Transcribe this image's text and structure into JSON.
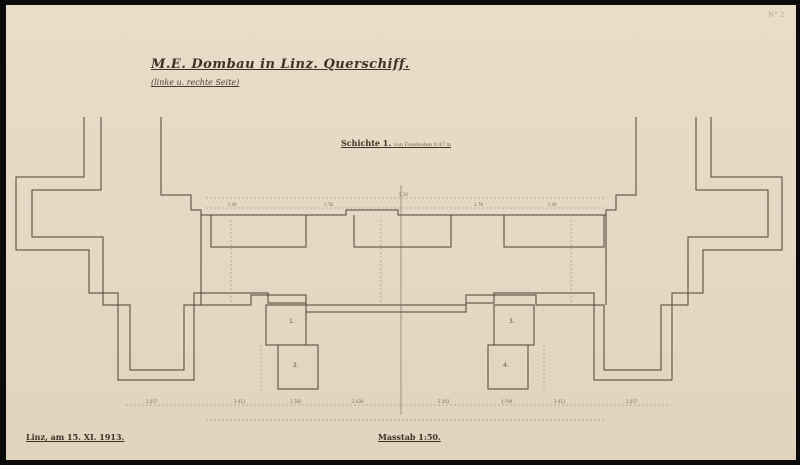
{
  "title": "M.E. Dombau in Linz. Querschiff.",
  "subtitle": "(linke u. rechte Seite)",
  "layer_label": "Schichte 1.",
  "layer_note": "von Fussboden 0.47 m",
  "place_date": "Linz, am 15. XI. 1913.",
  "scale": "Masstab 1:50.",
  "sheet_number": "N° 2",
  "rooms": [
    "1.",
    "2.",
    "3.",
    "4."
  ],
  "dims_top": [
    "2.40",
    "1.78",
    "5.10",
    "1.78",
    "2.40"
  ],
  "dims_bottom": [
    "2.257",
    "2.411",
    "1.783",
    "2.030",
    "2.103",
    "1.794",
    "2.411",
    "2.257"
  ]
}
